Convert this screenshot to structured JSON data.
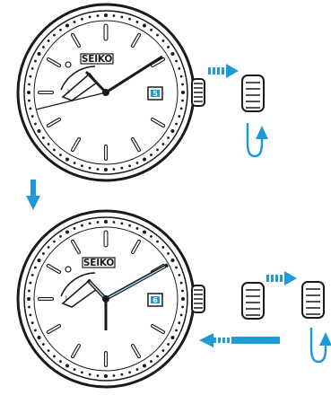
{
  "watch_top": {
    "brand": "SEIKO",
    "date": "5"
  },
  "watch_bottom": {
    "brand": "SEIKO",
    "date": "6"
  },
  "colors": {
    "arrow": "#1e9ad6",
    "ink": "#1a1a1a",
    "dial_bg": "#ffffff",
    "date_window": "#1e9ad6"
  }
}
